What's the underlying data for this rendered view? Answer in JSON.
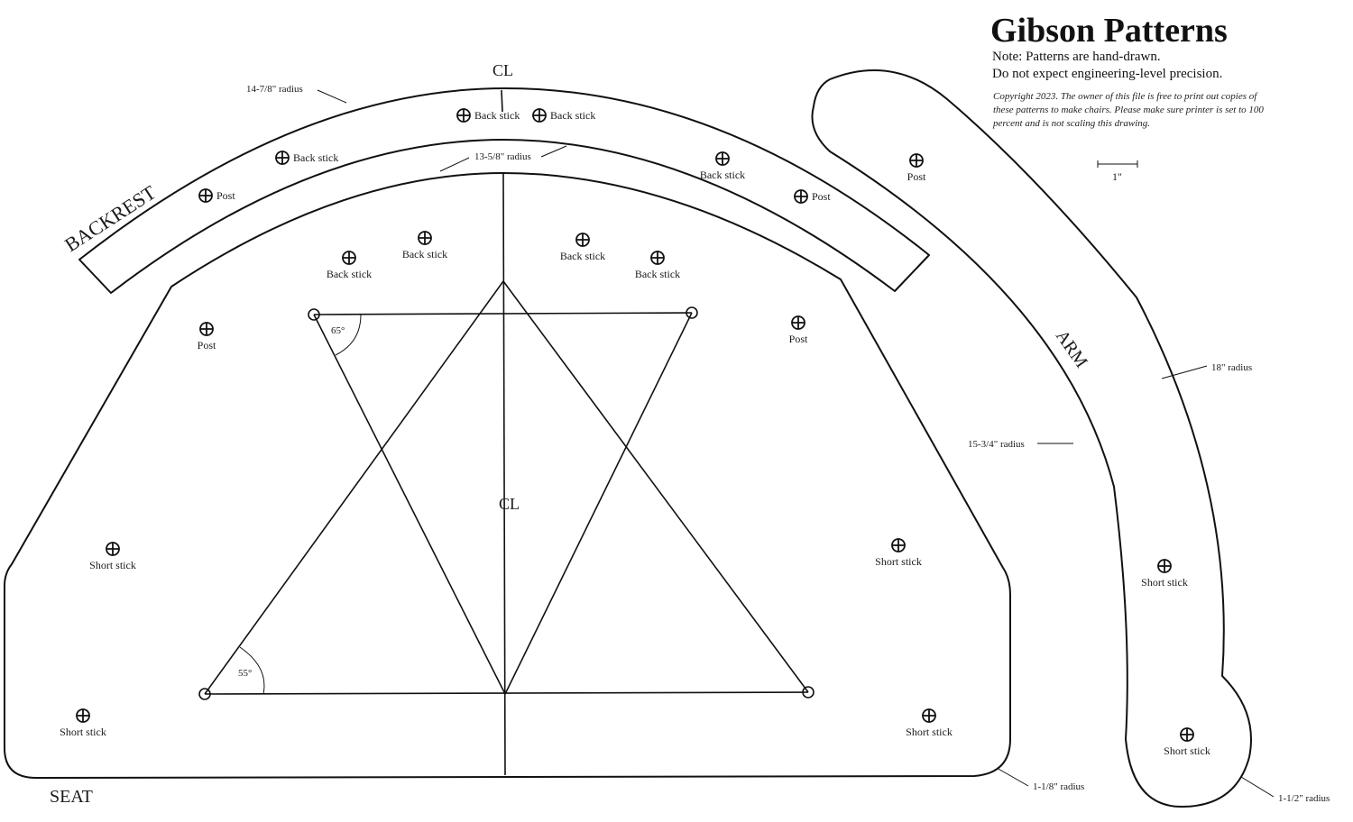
{
  "header": {
    "title": "Gibson Patterns",
    "note_line1": "Note: Patterns are hand-drawn.",
    "note_line2": "Do not expect engineering-level precision.",
    "copyright": "Copyright 2023. The owner of this file is free to print out copies of these patterns to make chairs. Please make sure printer is set to 100 percent and is not scaling this drawing.",
    "scale_label": "1\""
  },
  "labels": {
    "backrest": "BACKREST",
    "arm": "ARM",
    "seat": "SEAT",
    "centerline": "CL",
    "back_outer_radius": "14-7/8\" radius",
    "back_inner_radius": "13-5/8\" radius",
    "arm_outer_radius": "18\" radius",
    "arm_inner_radius": "15-3/4\" radius",
    "seat_corner_radius": "1-1/8\" radius",
    "arm_end_radius": "1-1/2\" radius",
    "angle_top": "65°",
    "angle_bottom": "55°"
  },
  "holes": {
    "backrest": [
      {
        "label": "Back stick"
      },
      {
        "label": "Back stick"
      },
      {
        "label": "Back stick"
      },
      {
        "label": "Back stick"
      },
      {
        "label": "Post"
      },
      {
        "label": "Post"
      }
    ],
    "seat": [
      {
        "label": "Back stick"
      },
      {
        "label": "Back stick"
      },
      {
        "label": "Back stick"
      },
      {
        "label": "Back stick"
      },
      {
        "label": "Post"
      },
      {
        "label": "Post"
      },
      {
        "label": "Short stick"
      },
      {
        "label": "Short stick"
      },
      {
        "label": "Short stick"
      },
      {
        "label": "Short stick"
      }
    ],
    "arm": [
      {
        "label": "Post"
      },
      {
        "label": "Short stick"
      },
      {
        "label": "Short stick"
      }
    ]
  },
  "colors": {
    "ink": "#111111",
    "paper": "#ffffff"
  }
}
